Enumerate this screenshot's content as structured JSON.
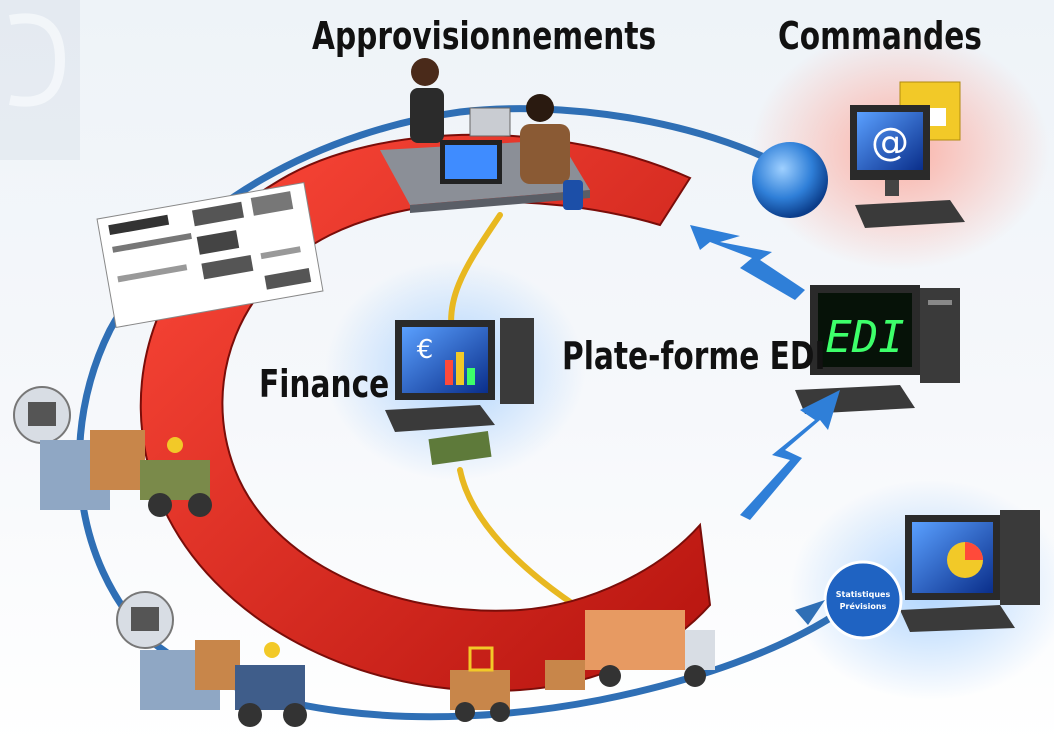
{
  "labels": {
    "approvisionnements": "Approvisionnements",
    "commandes": "Commandes",
    "finance": "Finance",
    "edi_platform": "Plate-forme EDI"
  },
  "screens": {
    "edi_text": "EDI",
    "email_symbol": "@",
    "finance_symbol": "€"
  },
  "stats_badge": {
    "line1": "Statistiques",
    "line2": "Prévisions"
  },
  "colors": {
    "ring_red": "#d8231f",
    "loop_blue": "#2f6fb5",
    "link_gold": "#e8b820",
    "edi_green": "#3dff6a",
    "badge_blue": "#1f63c2"
  }
}
